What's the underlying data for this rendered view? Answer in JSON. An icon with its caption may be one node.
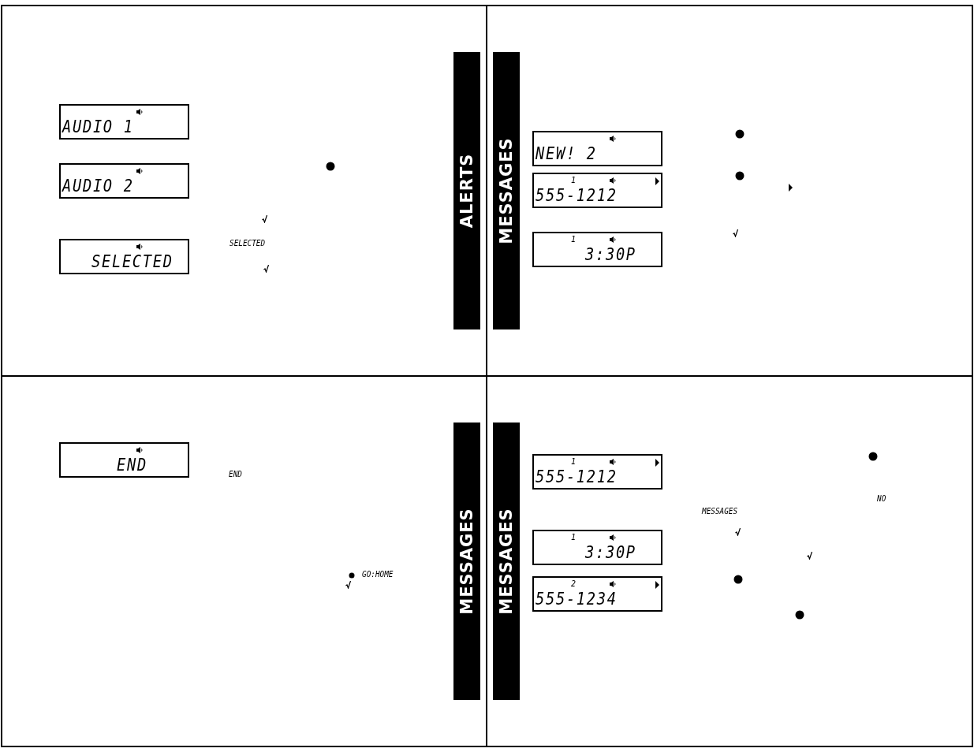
{
  "diagram": {
    "nodes": [
      {
        "text": [
          "AUDIO 1"
        ]
      },
      {
        "text": [
          "AUDIO 2"
        ]
      },
      {
        "text": [
          "SELECTED"
        ]
      },
      {
        "text": [
          "ALERTS"
        ]
      },
      {
        "text": [
          "MESSAGES"
        ]
      },
      {
        "text": [
          "NEW! 2"
        ]
      },
      {
        "text": [
          "1",
          "555-1212"
        ]
      },
      {
        "text": [
          "1",
          "3:30P"
        ]
      },
      {
        "text": [
          "END"
        ]
      },
      {
        "text": [
          "MESSAGES"
        ]
      },
      {
        "text": [
          "MESSAGES"
        ]
      },
      {
        "text": [
          "1",
          "555-1212"
        ]
      },
      {
        "text": [
          "1",
          "3:30P"
        ]
      },
      {
        "text": [
          "2",
          "555-1234"
        ]
      }
    ],
    "edges": [],
    "labels": [
      "SELECTED",
      "END",
      "GO:HOME",
      "NO",
      "MESSAGES"
    ]
  }
}
